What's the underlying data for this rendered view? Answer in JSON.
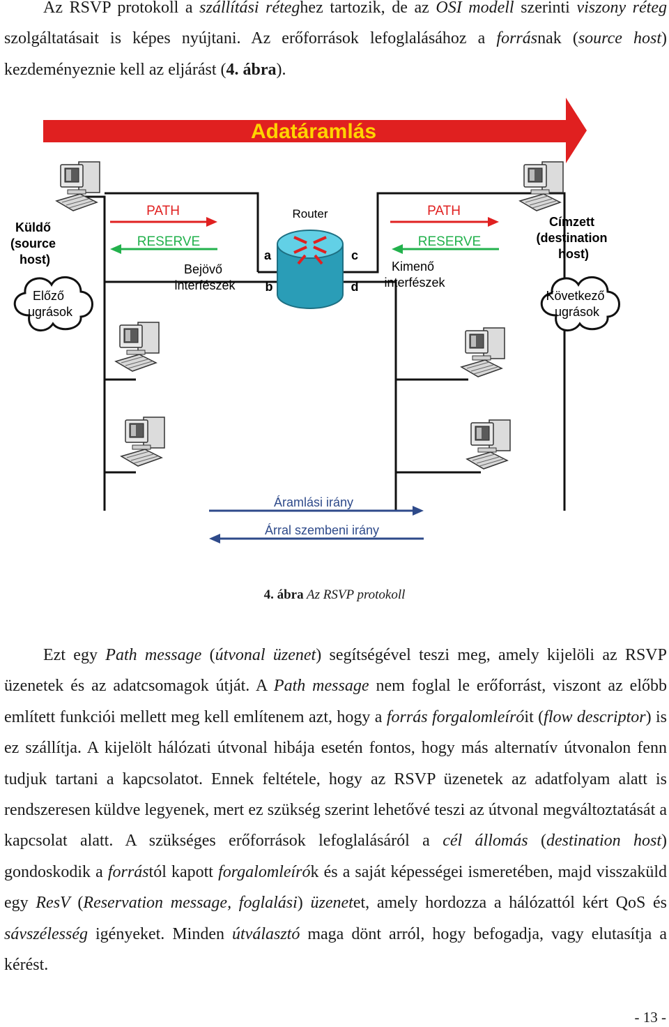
{
  "paragraph1": {
    "s1": "Az RSVP protokoll a ",
    "s2": "szállítási réteg",
    "s3": "hez tartozik, de az ",
    "s4": "OSI modell",
    "s5": " szerinti ",
    "s6": "viszony réteg",
    "s7": " szolgáltatásait is képes nyújtani. Az erőforrások lefoglalásához a ",
    "s8": "forrás",
    "s9": "nak (",
    "s10": "source host",
    "s11": ") kezdeményeznie kell az eljárást (",
    "s12": "4. ábra",
    "s13": ")."
  },
  "figure": {
    "banner": "Adatáramlás",
    "router": "Router",
    "ports": {
      "a": "a",
      "b": "b",
      "c": "c",
      "d": "d"
    },
    "left": {
      "path": "PATH",
      "reserve": "RESERVE",
      "interfaces_1": "Bejövő",
      "interfaces_2": "interfészek",
      "sender_1": "Küldő",
      "sender_2": "(source",
      "sender_3": "host)",
      "cloud_1": "Előző",
      "cloud_2": "ugrások"
    },
    "right": {
      "path": "PATH",
      "reserve": "RESERVE",
      "interfaces_1": "Kimenő",
      "interfaces_2": "interfészek",
      "receiver_1": "Címzett",
      "receiver_2": "(destination",
      "receiver_3": "host)",
      "cloud_1": "Következő",
      "cloud_2": "ugrások"
    },
    "legend": {
      "forward": "Áramlási irány",
      "backward": "Árral szembeni irány"
    },
    "colors": {
      "banner": "#e02020",
      "banner_text": "#ffd400",
      "path": "#e02020",
      "reserve": "#22b14c",
      "legend_arrow": "#2e4a8a",
      "router": "#3fb6cf",
      "line": "#111111"
    }
  },
  "caption": {
    "number": "4. ábra",
    "title": " Az RSVP protokoll"
  },
  "paragraph2": {
    "s1": "Ezt egy ",
    "s2": "Path message",
    "s3": " (",
    "s4": "útvonal üzenet",
    "s5": ") segítségével teszi meg, amely kijelöli az RSVP üzenetek és az adatcsomagok útját. A ",
    "s6": "Path message",
    "s7": " nem foglal le erőforrást, viszont az előbb említett funkciói mellett meg kell említenem azt, hogy a ",
    "s8": "forrás forgalomleíró",
    "s9": "it (",
    "s10": "flow descriptor",
    "s11": ") is ez szállítja. A kijelölt hálózati útvonal hibája esetén fontos, hogy más alternatív útvonalon fenn tudjuk tartani a kapcsolatot. Ennek feltétele, hogy az RSVP üzenetek az adatfolyam alatt is rendszeresen küldve legyenek, mert ez szükség szerint lehetővé teszi az útvonal megváltoztatását a kapcsolat alatt. A szükséges erőforrások lefoglalásáról a ",
    "s12": "cél állomás",
    "s13": " (",
    "s14": "destination host",
    "s15": ") gondoskodik a ",
    "s16": "forrás",
    "s17": "tól kapott ",
    "s18": "forgalomleíró",
    "s19": "k és a saját képességei ismeretében, majd visszaküld egy ",
    "s20": "ResV",
    "s21": " (",
    "s22": "Reservation message, foglalási",
    "s23": ") ",
    "s24": "üzenet",
    "s25": "et, amely hordozza a hálózattól kért QoS és ",
    "s26": "sávszélesség",
    "s27": " igényeket. Minden ",
    "s28": "útválasztó",
    "s29": " maga dönt arról, hogy befogadja, vagy elutasítja a kérést."
  },
  "page_number": "- 13 -"
}
